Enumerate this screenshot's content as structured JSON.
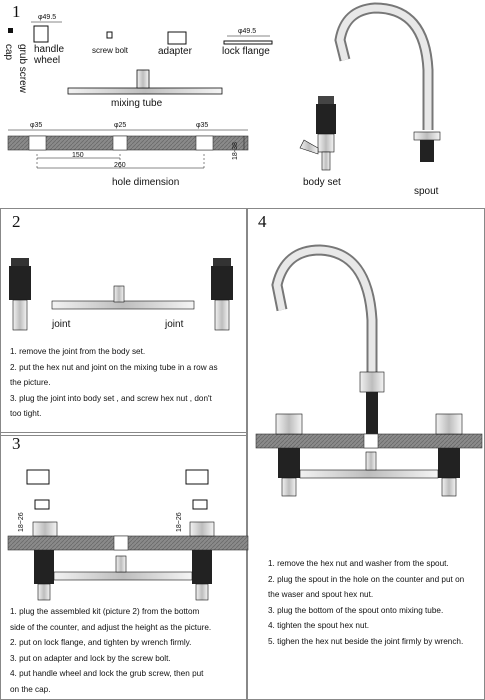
{
  "section_numbers": [
    "1",
    "2",
    "3",
    "4"
  ],
  "panel1": {
    "cap": "cap",
    "grub_screw": "grub screw",
    "handle_wheel": "handle wheel",
    "screw_bolt": "screw bolt",
    "adapter": "adapter",
    "lock_flange": "lock flange",
    "dim_handle": "φ49.5",
    "dim_flange": "φ49.5",
    "mixing_tube": "mixing tube",
    "hole_left": "φ35",
    "hole_center": "φ25",
    "hole_right": "φ35",
    "span_150": "150",
    "span_260": "260",
    "thickness": "18-38",
    "hole_dimension": "hole dimension",
    "body_set": "body set",
    "spout": "spout"
  },
  "panel2": {
    "joint_left": "joint",
    "joint_right": "joint",
    "steps": [
      "1. remove the joint from the body set.",
      "2. put the hex nut and joint on the mixing tube in a row as",
      "the picture.",
      "3. plug the joint into body set , and screw hex nut , don't",
      "too tight."
    ]
  },
  "panel3": {
    "dim_a": "18~26",
    "dim_b": "18~26",
    "steps": [
      "1. plug the assembled kit (picture 2)  from the bottom",
      "side of the counter, and adjust the height as the picture.",
      "2. put on lock flange, and tighten by wrench firmly.",
      "3. put on adapter and lock by the screw bolt.",
      "4. put handle wheel and lock the grub screw, then put",
      "on the cap."
    ]
  },
  "panel4": {
    "steps": [
      "1. remove the hex nut and washer from the spout.",
      "2. plug the spout in the hole on the counter and put on",
      "the waser and spout hex nut.",
      "3. plug the bottom of the spout onto mixing tube.",
      "4. tighten the spout hex nut.",
      "5. tighen the hex nut beside the joint firmly by wrench."
    ]
  }
}
